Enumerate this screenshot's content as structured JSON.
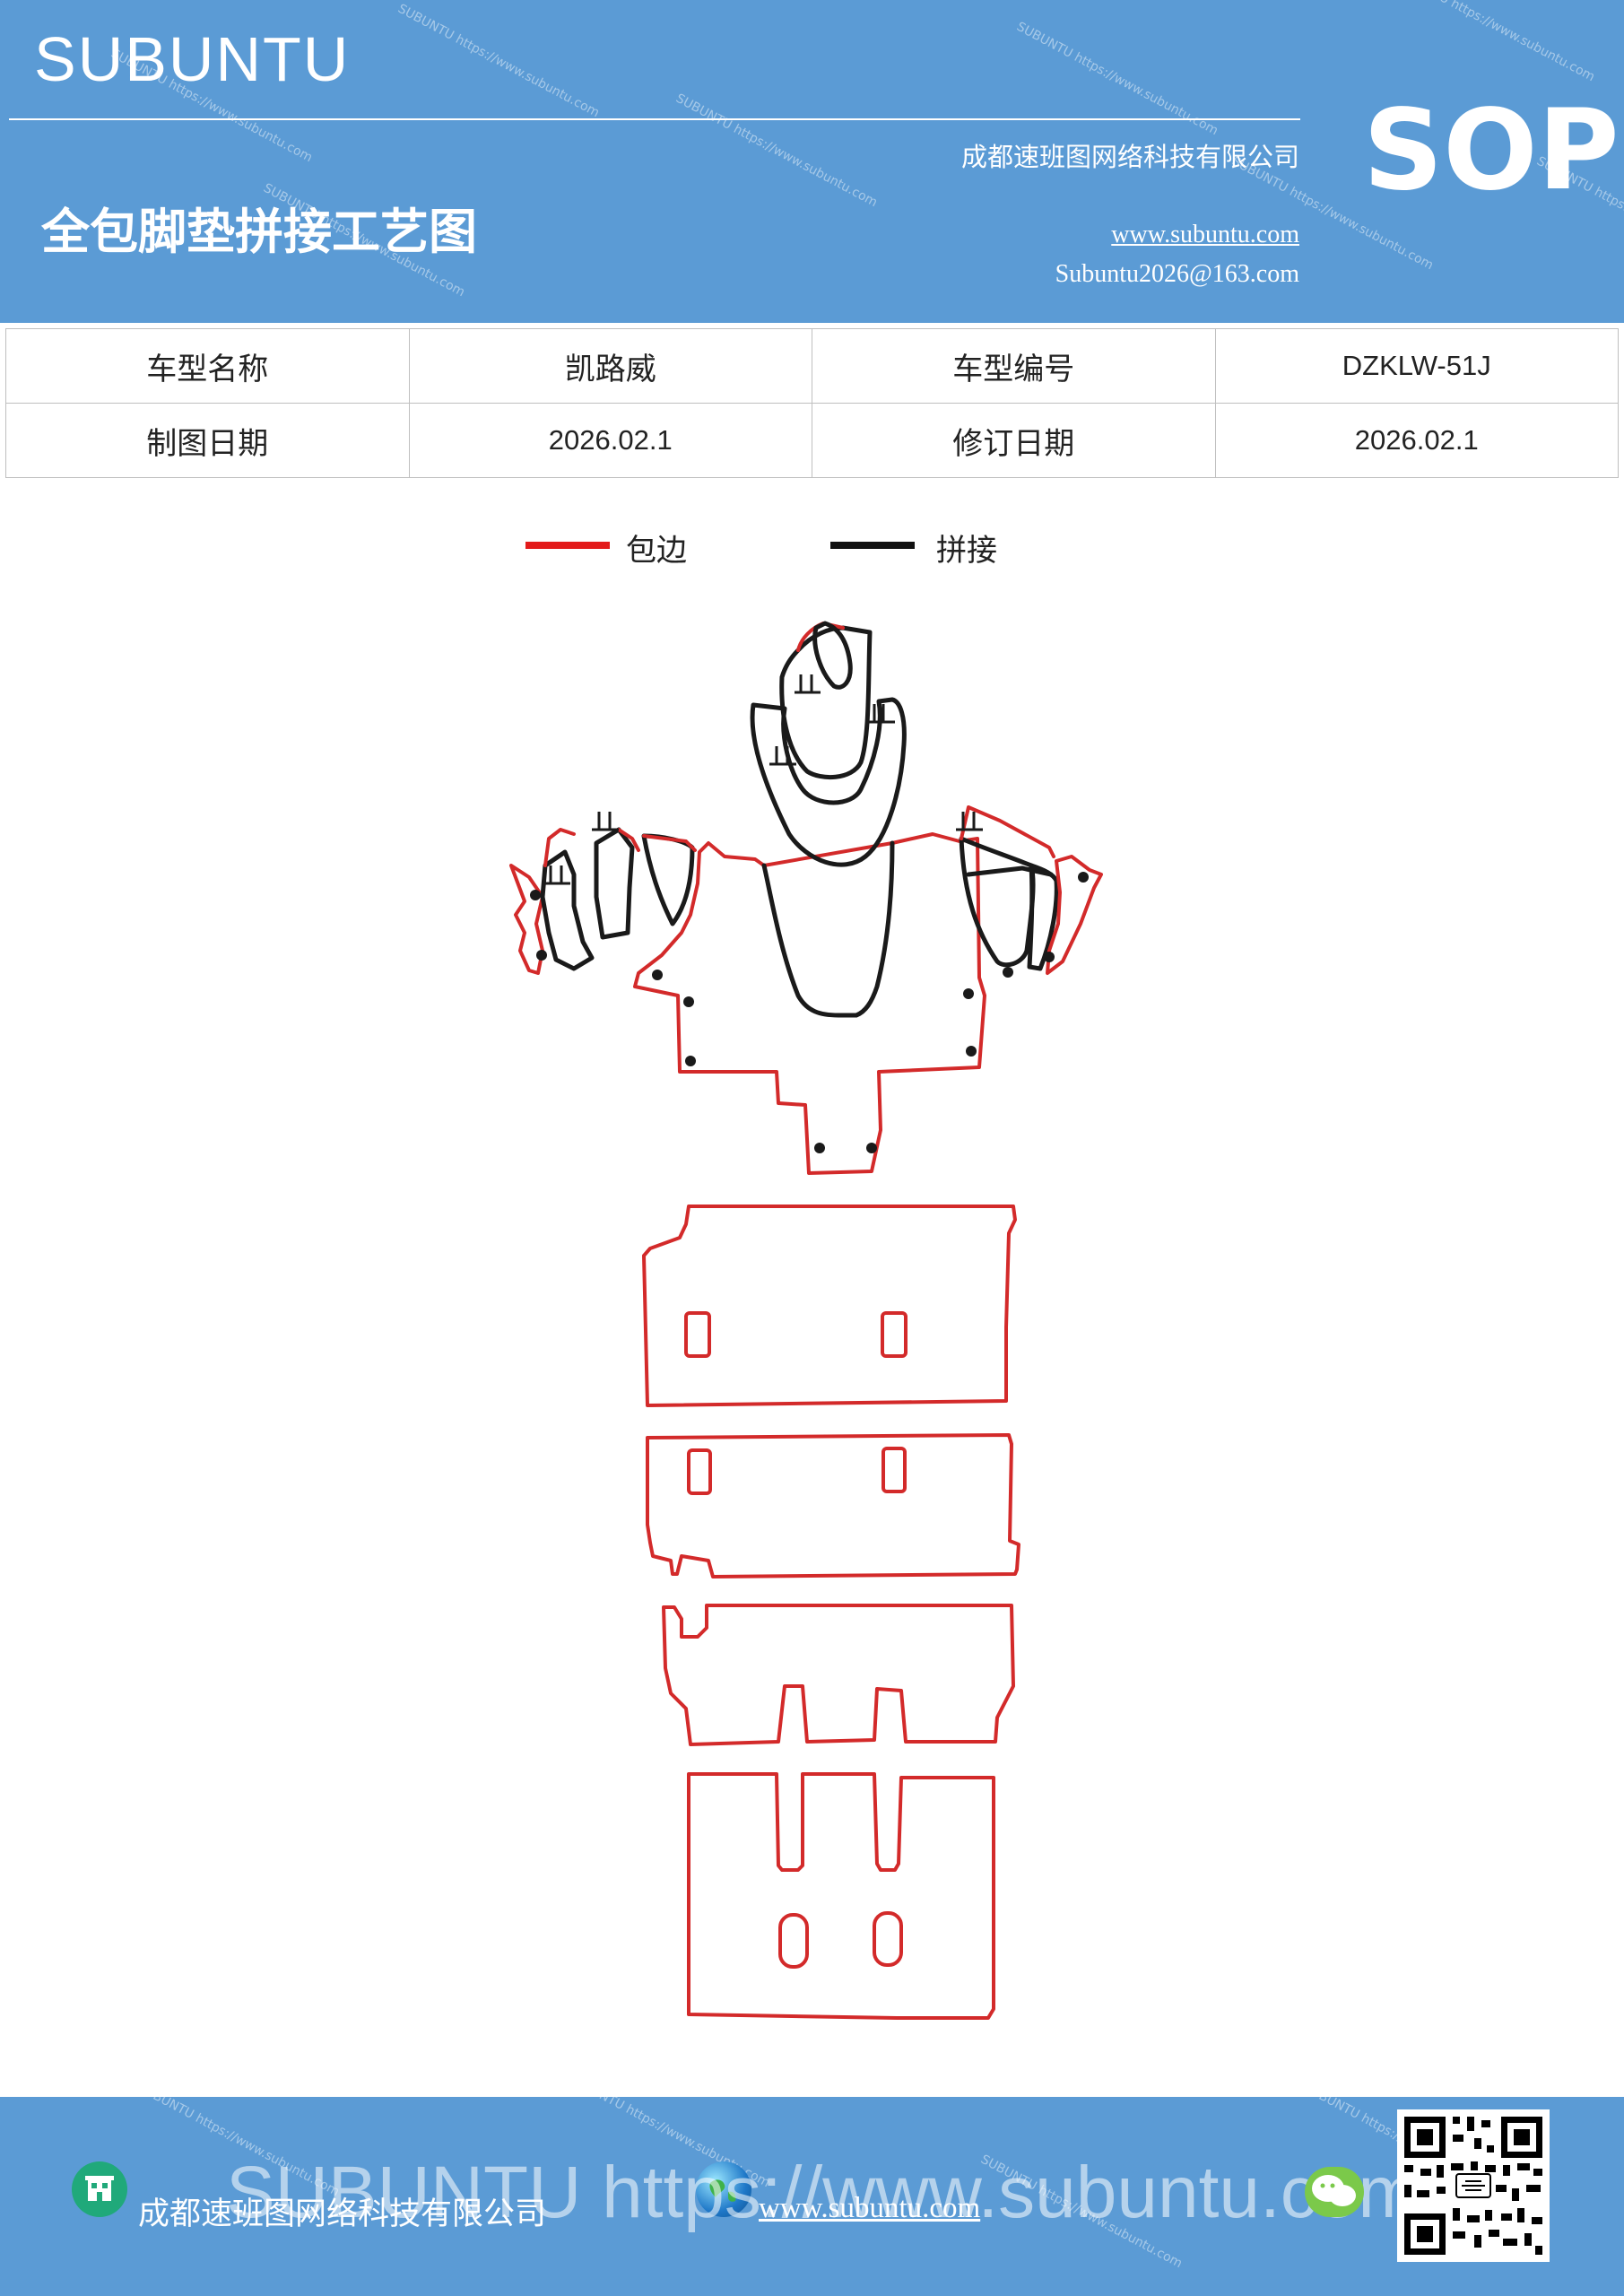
{
  "header": {
    "brand": "SUBUNTU",
    "company": "成都速班图网络科技有限公司",
    "title": "全包脚垫拼接工艺图",
    "website": "www.subuntu.com",
    "email": "Subuntu2026@163.com",
    "badge": "SOP",
    "watermark": "SUBUNTU https://www.subuntu.com"
  },
  "info_table": {
    "rows": [
      {
        "label1": "车型名称",
        "value1": "凯路威",
        "label2": "车型编号",
        "value2": "DZKLW-51J"
      },
      {
        "label1": "制图日期",
        "value1": "2026.02.1",
        "label2": "修订日期",
        "value2": "2026.02.1"
      }
    ]
  },
  "legend": {
    "items": [
      {
        "label": "包边",
        "color": "#e31b1b"
      },
      {
        "label": "拼接",
        "color": "#111111"
      }
    ]
  },
  "colors": {
    "brand_blue": "#5b9bd5",
    "edge_red": "#d32a2a",
    "seam_black": "#1a1a1a"
  },
  "footer": {
    "company": "成都速班图网络科技有限公司",
    "website": "www.subuntu.com",
    "watermark": "SUBUNTU https://www.subuntu.com",
    "icons": [
      "building-icon",
      "globe-icon",
      "wechat-icon",
      "qr-code"
    ]
  }
}
